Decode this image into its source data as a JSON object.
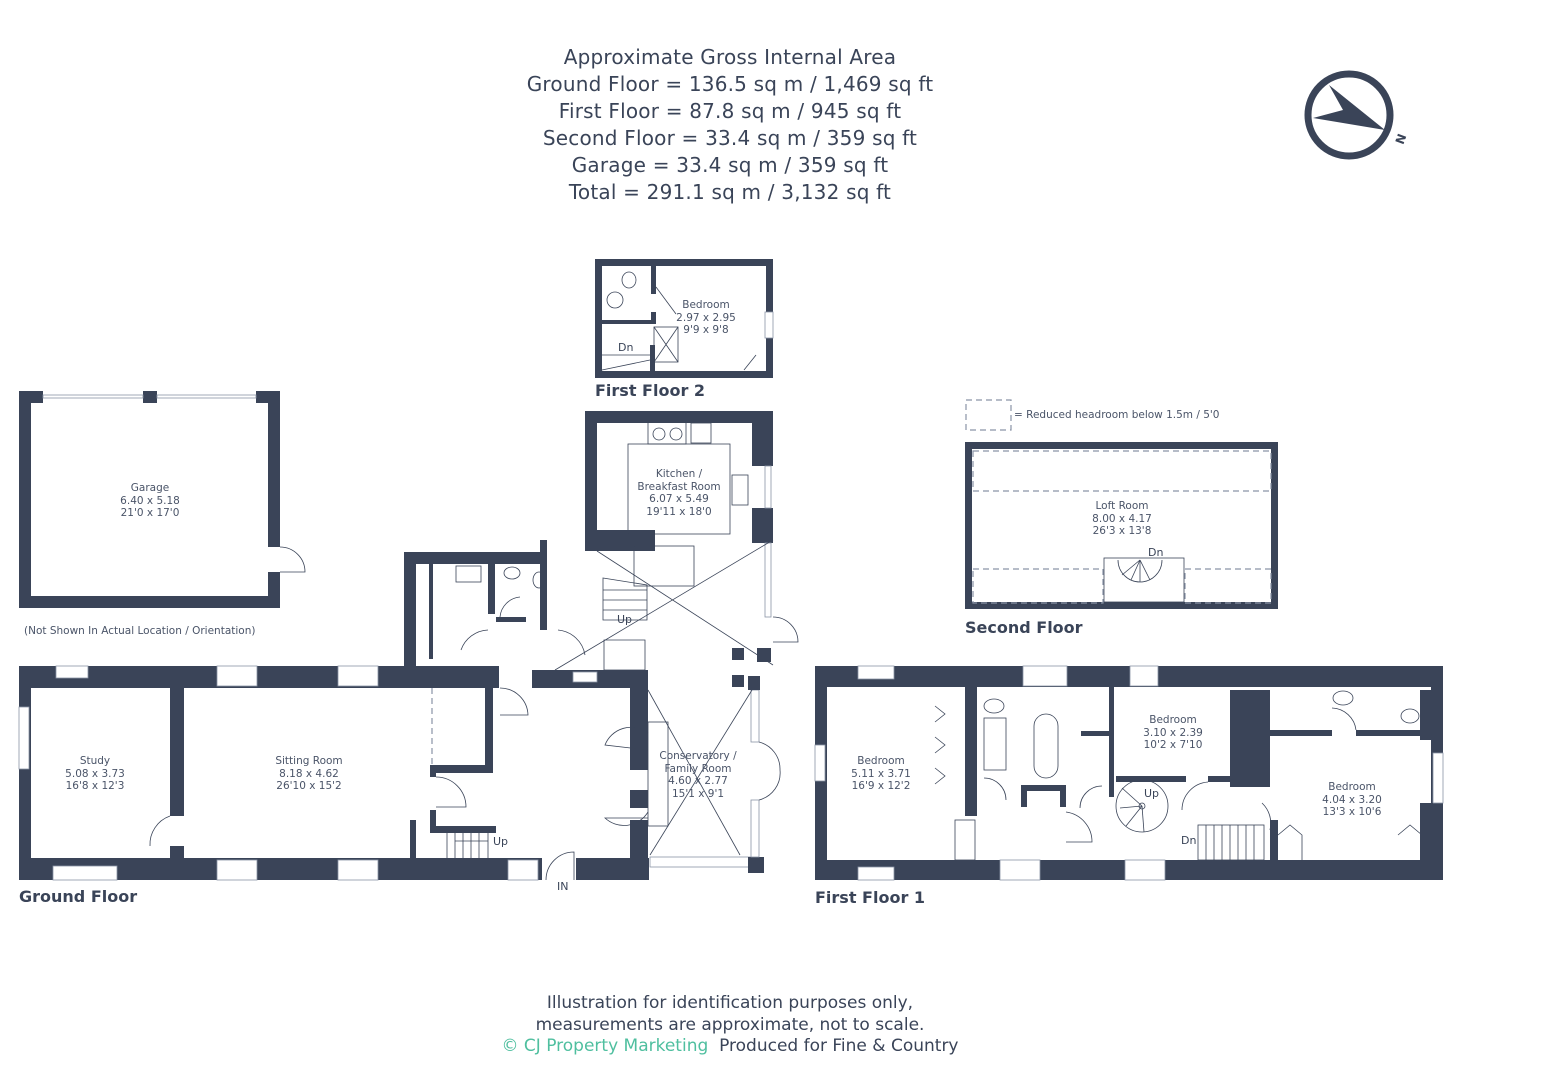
{
  "area_summary": {
    "title": "Approximate Gross Internal Area",
    "lines": [
      "Ground Floor = 136.5 sq m / 1,469 sq ft",
      "First Floor = 87.8 sq m / 945 sq ft",
      "Second Floor = 33.4 sq m / 359 sq ft",
      "Garage = 33.4 sq m / 359 sq ft",
      "Total = 291.1 sq m / 3,132 sq ft"
    ]
  },
  "compass": {
    "icon": "north-arrow-icon",
    "label": "N"
  },
  "floors": {
    "first_floor_2": {
      "label": "First Floor 2",
      "rooms": [
        {
          "name": "Bedroom",
          "metric": "2.97 x 2.95",
          "imperial": "9'9 x 9'8"
        }
      ],
      "stairs": "Dn"
    },
    "garage": {
      "rooms": [
        {
          "name": "Garage",
          "metric": "6.40 x 5.18",
          "imperial": "21'0 x 17'0"
        }
      ],
      "note": "(Not Shown In Actual Location / Orientation)"
    },
    "ground_floor": {
      "label": "Ground Floor",
      "rooms": [
        {
          "name": "Study",
          "metric": "5.08 x 3.73",
          "imperial": "16'8 x 12'3"
        },
        {
          "name": "Sitting Room",
          "metric": "8.18 x 4.62",
          "imperial": "26'10 x 15'2"
        },
        {
          "name": "Kitchen / Breakfast Room",
          "name_line1": "Kitchen /",
          "name_line2": "Breakfast Room",
          "metric": "6.07 x 5.49",
          "imperial": "19'11 x 18'0"
        },
        {
          "name": "Conservatory / Family Room",
          "name_line1": "Conservatory /",
          "name_line2": "Family Room",
          "metric": "4.60 x 2.77",
          "imperial": "15'1 x 9'1"
        }
      ],
      "stairs_main": "Up",
      "stairs_back": "Up",
      "entrance": "IN"
    },
    "second_floor": {
      "label": "Second Floor",
      "legend": "= Reduced headroom below 1.5m / 5'0",
      "rooms": [
        {
          "name": "Loft Room",
          "metric": "8.00 x 4.17",
          "imperial": "26'3 x 13'8"
        }
      ],
      "stairs": "Dn"
    },
    "first_floor_1": {
      "label": "First Floor 1",
      "rooms": [
        {
          "name": "Bedroom",
          "metric": "5.11 x 3.71",
          "imperial": "16'9 x 12'2"
        },
        {
          "name": "Bedroom",
          "metric": "3.10 x 2.39",
          "imperial": "10'2 x 7'10"
        },
        {
          "name": "Bedroom",
          "metric": "4.04 x 3.20",
          "imperial": "13'3 x 10'6"
        }
      ],
      "stairs_up": "Up",
      "stairs_down": "Dn"
    }
  },
  "footer": {
    "disclaimer_line1": "Illustration for identification purposes only,",
    "disclaimer_line2": "measurements are approximate, not to scale.",
    "brand": "© CJ Property Marketing",
    "produced_for": "Produced for Fine & Country"
  },
  "colors": {
    "wall": "#3a4458",
    "text": "#3a4458",
    "brand": "#4fbf9f",
    "background": "#ffffff"
  }
}
